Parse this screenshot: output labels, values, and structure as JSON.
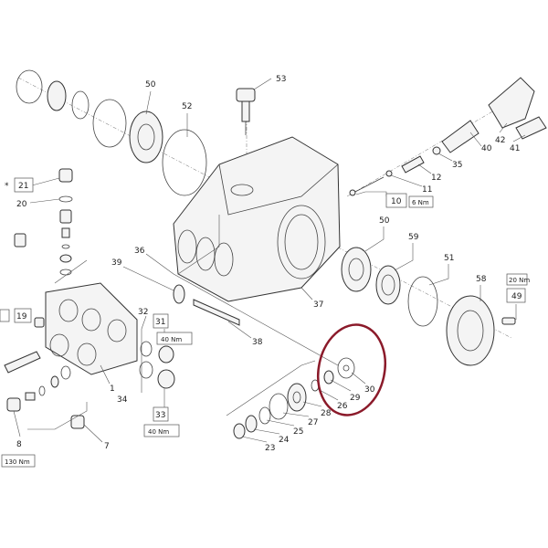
{
  "diagram": {
    "labels": {
      "p53": "53",
      "p50a": "50",
      "p52": "52",
      "p21": "21",
      "star": "*",
      "p20": "20",
      "p36": "36",
      "p39": "39",
      "p37": "37",
      "p38": "38",
      "p32": "32",
      "p31": "31",
      "t31": "40 Nm",
      "p34": "34",
      "p1": "1",
      "p33": "33",
      "t33": "40 Nm",
      "p8": "8",
      "p7": "7",
      "t130": "130 Nm",
      "p19": "19",
      "p30": "30",
      "p29": "29",
      "p26": "26",
      "p28": "28",
      "p27": "27",
      "p25": "25",
      "p24": "24",
      "p23": "23",
      "p40": "40",
      "p42": "42",
      "p41": "41",
      "p35": "35",
      "p12": "12",
      "p11": "11",
      "p10": "10",
      "t10": "6 Nm",
      "p50b": "50",
      "p59": "59",
      "p51": "51",
      "p58": "58",
      "t49": "20 Nm",
      "p49": "49"
    },
    "highlight_color": "#8b1a2a"
  }
}
